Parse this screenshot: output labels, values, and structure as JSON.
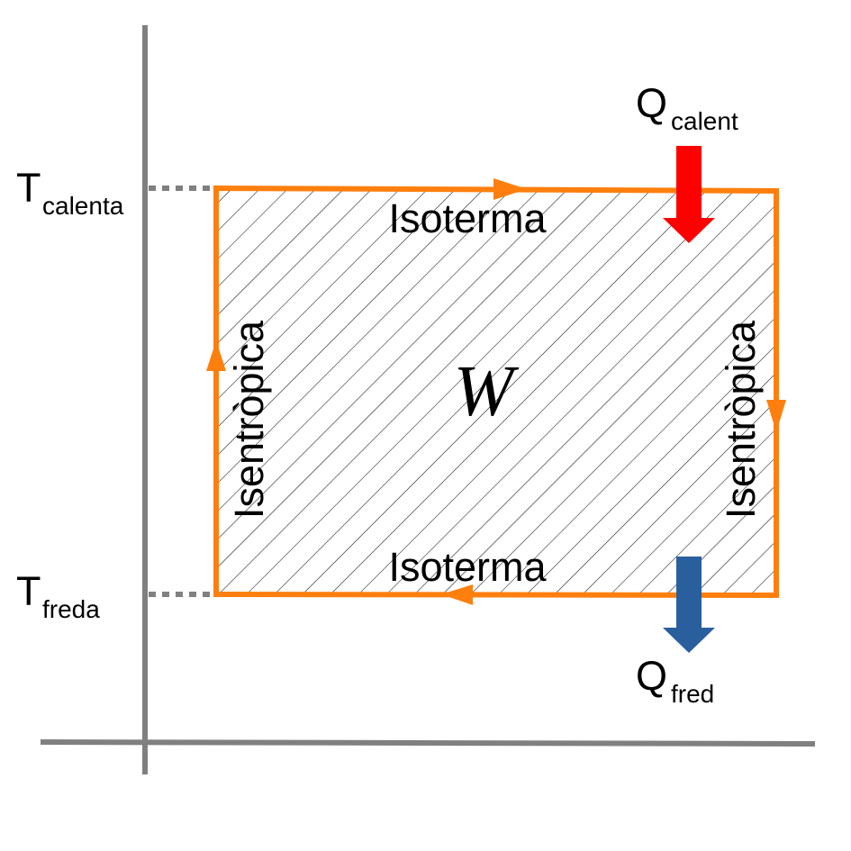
{
  "colors": {
    "axis": "#808080",
    "cycle": "#ff7f0e",
    "q_hot": "#ff0000",
    "q_cold": "#2a5f9e",
    "hatch": "#000000"
  },
  "labels": {
    "t_hot_main": "T",
    "t_hot_sub": "calenta",
    "t_cold_main": "T",
    "t_cold_sub": "freda",
    "q_hot_main": "Q",
    "q_hot_sub": "calent",
    "q_cold_main": "Q",
    "q_cold_sub": "fred",
    "isotherm_top": "Isoterma",
    "isotherm_bottom": "Isoterma",
    "isentropic_left": "Isentròpica",
    "isentropic_right": "Isentròpica",
    "work": "W"
  }
}
